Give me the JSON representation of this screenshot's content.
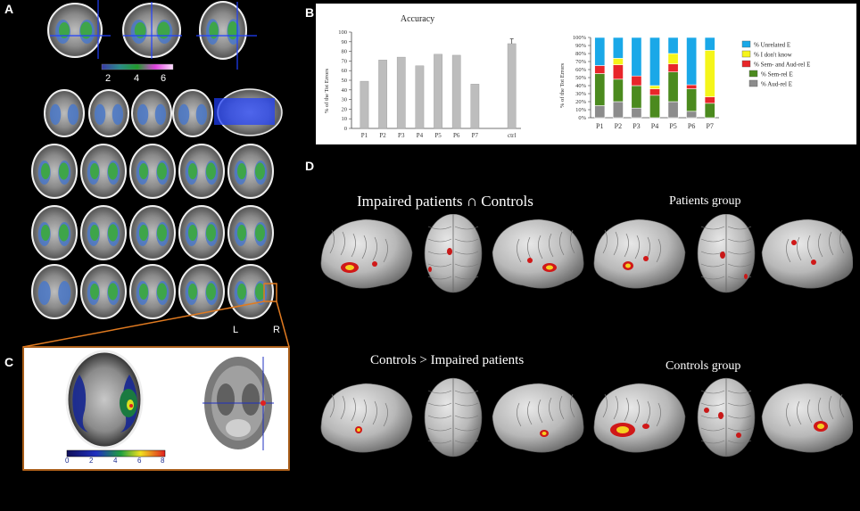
{
  "panels": {
    "a": "A",
    "b": "B",
    "c": "C",
    "d": "D"
  },
  "colorbar_a": [
    "2",
    "4",
    "6"
  ],
  "colorbar_c": [
    "0",
    "2",
    "4",
    "6",
    "8"
  ],
  "lr": {
    "left": "L",
    "right": "R"
  },
  "chart_data": [
    {
      "type": "bar",
      "title": "Accuracy",
      "ylabel": "% of the Tot Errors",
      "categories": [
        "P1",
        "P2",
        "P3",
        "P4",
        "P5",
        "P6",
        "P7",
        "ctrl"
      ],
      "values": [
        49,
        71,
        74,
        65,
        77,
        76,
        46,
        88
      ],
      "ylim": [
        0,
        100
      ],
      "yticks": [
        "0",
        "10",
        "20",
        "30",
        "40",
        "50",
        "60",
        "70",
        "80",
        "90",
        "100"
      ],
      "error_on": "ctrl",
      "error": 5
    },
    {
      "type": "bar",
      "stacked": true,
      "ylabel": "% of the Tot Errors",
      "categories": [
        "P1",
        "P2",
        "P3",
        "P4",
        "P5",
        "P6",
        "P7"
      ],
      "ylim": [
        0,
        100
      ],
      "yticks": [
        "0%",
        "10%",
        "20%",
        "30%",
        "40%",
        "50%",
        "60%",
        "70%",
        "80%",
        "90%",
        "100%"
      ],
      "legend_position": "right",
      "series": [
        {
          "name": "% Aud-rel E",
          "color": "#8c8c8c",
          "values": [
            15,
            20,
            12,
            0,
            20,
            8,
            0
          ]
        },
        {
          "name": "% Sem-rel E",
          "color": "#4b8a1e",
          "values": [
            40,
            28,
            28,
            28,
            37,
            28,
            18
          ]
        },
        {
          "name": "% Sem- and Aud-rel E",
          "color": "#e8262a",
          "values": [
            10,
            18,
            12,
            8,
            10,
            5,
            8
          ]
        },
        {
          "name": "% I don't know",
          "color": "#f5f51a",
          "values": [
            0,
            8,
            0,
            4,
            13,
            0,
            58
          ]
        },
        {
          "name": "% Unrelated E",
          "color": "#1aa8e8",
          "values": [
            35,
            26,
            48,
            60,
            20,
            59,
            16
          ]
        }
      ]
    }
  ],
  "group_titles": {
    "intersect": "Impaired patients ∩ Controls",
    "patients": "Patients group",
    "controls_gt": "Controls > Impaired patients",
    "controls": "Controls group"
  }
}
